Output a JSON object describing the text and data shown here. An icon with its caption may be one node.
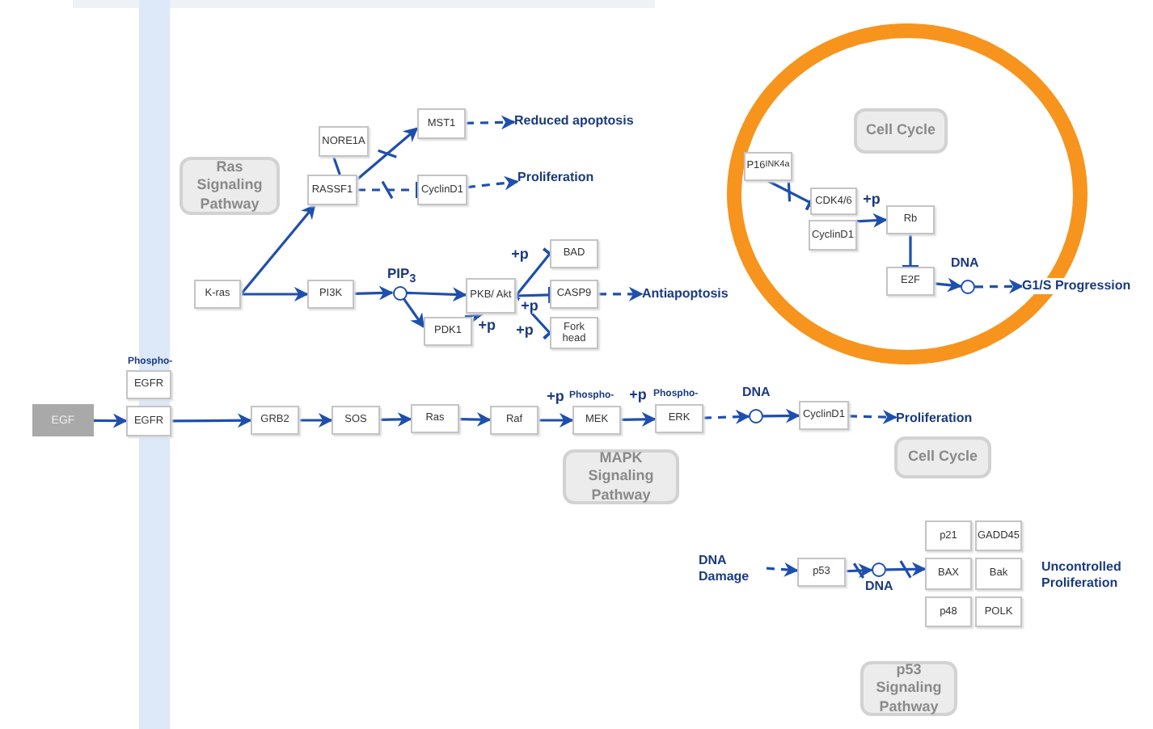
{
  "diagram": {
    "nodes": [
      {
        "text": [
          "EGF"
        ]
      },
      {
        "text": [
          "EGFR"
        ],
        "beside": [
          "Phospho-"
        ]
      },
      {
        "text": [
          "EGFR"
        ]
      },
      {
        "text": [
          "Ras Signaling Pathway"
        ]
      },
      {
        "text": [
          "NORE1A"
        ]
      },
      {
        "text": [
          "RASSF1"
        ]
      },
      {
        "text": [
          "MST1"
        ]
      },
      {
        "text": [
          "Reduced apoptosis"
        ]
      },
      {
        "text": [
          "CyclinD1"
        ]
      },
      {
        "text": [
          "Proliferation"
        ]
      },
      {
        "text": [
          "K-ras"
        ]
      },
      {
        "text": [
          "PI3K"
        ]
      },
      {
        "text": [],
        "shape": "circle",
        "beside": [
          "PIP$_{3}$"
        ]
      },
      {
        "text": [
          "PKB/ Akt"
        ]
      },
      {
        "text": [
          "PDK1"
        ]
      },
      {
        "text": [
          "BAD"
        ]
      },
      {
        "text": [
          "CASP9"
        ]
      },
      {
        "text": [
          "Fork head"
        ]
      },
      {
        "text": [
          "Antiapoptosis"
        ]
      },
      {
        "text": [
          "GRB2"
        ]
      },
      {
        "text": [
          "SOS"
        ]
      },
      {
        "text": [
          "Ras"
        ]
      },
      {
        "text": [
          "Raf"
        ]
      },
      {
        "text": [
          "MEK"
        ],
        "beside": [
          "Phospho-"
        ]
      },
      {
        "text": [
          "ERK"
        ],
        "beside": [
          "Phospho-"
        ]
      },
      {
        "text": [],
        "shape": "circle",
        "beside": [
          "DNA"
        ]
      },
      {
        "text": [
          "CyclinD1"
        ]
      },
      {
        "text": [
          "Proliferation"
        ]
      },
      {
        "text": [
          "Cell Cycle"
        ]
      },
      {
        "text": [
          "MAPK Signaling Pathway"
        ]
      },
      {
        "text": [
          "Cell Cycle"
        ]
      },
      {
        "text": [
          "P16$^{INK4a}$"
        ]
      },
      {
        "text": [
          "CDK4/6"
        ]
      },
      {
        "text": [
          "CyclinD1"
        ]
      },
      {
        "text": [
          "Rb"
        ]
      },
      {
        "text": [
          "E2F"
        ]
      },
      {
        "text": [],
        "shape": "circle",
        "beside": [
          "DNA"
        ]
      },
      {
        "text": [
          "G1/S Progression"
        ]
      },
      {
        "text": [
          "DNA Damage"
        ]
      },
      {
        "text": [
          "p53"
        ]
      },
      {
        "text": [],
        "shape": "circle",
        "beside": [
          "DNA"
        ]
      },
      {
        "text": [
          "p21"
        ]
      },
      {
        "text": [
          "GADD45"
        ]
      },
      {
        "text": [
          "BAX"
        ]
      },
      {
        "text": [
          "Bak"
        ]
      },
      {
        "text": [
          "p48"
        ]
      },
      {
        "text": [
          "POLK"
        ]
      },
      {
        "text": [
          "Uncontrolled Proliferation"
        ]
      },
      {
        "text": [
          "p53 Signaling Pathway"
        ]
      }
    ],
    "edges": [
      {
        "from": 0,
        "to": 2,
        "arrow": "to"
      },
      {
        "from": 2,
        "to": 19,
        "arrow": "to"
      },
      {
        "from": 19,
        "to": 20,
        "arrow": "to"
      },
      {
        "from": 20,
        "to": 21,
        "arrow": "to"
      },
      {
        "from": 21,
        "to": 22,
        "arrow": "to"
      },
      {
        "from": 22,
        "to": 23,
        "arrow": "to",
        "label": "+p"
      },
      {
        "from": 23,
        "to": 24,
        "arrow": "to",
        "label": "+p"
      },
      {
        "from": 24,
        "to": 25,
        "arrow": "to",
        "style": "dashed"
      },
      {
        "from": 25,
        "to": 26,
        "arrow": "to"
      },
      {
        "from": 26,
        "to": 27,
        "arrow": "to",
        "style": "dashed"
      },
      {
        "from": 10,
        "to": 5,
        "arrow": "to"
      },
      {
        "from": 10,
        "to": 11,
        "arrow": "to"
      },
      {
        "from": 4,
        "to": 5,
        "arrow": "none"
      },
      {
        "from": 5,
        "to": 6,
        "arrow": "to"
      },
      {
        "from": 5,
        "to": 8,
        "arrow": "other",
        "style": "dashed"
      },
      {
        "from": 6,
        "to": 7,
        "arrow": "to",
        "style": "dashed"
      },
      {
        "from": 8,
        "to": 9,
        "arrow": "to",
        "style": "dashed"
      },
      {
        "from": 11,
        "to": 12,
        "arrow": "to"
      },
      {
        "from": 12,
        "to": 13,
        "arrow": "to"
      },
      {
        "from": 12,
        "to": 14,
        "arrow": "to"
      },
      {
        "from": 14,
        "to": 13,
        "arrow": "to",
        "label": "+p"
      },
      {
        "from": 13,
        "to": 15,
        "arrow": "other",
        "label": "+p"
      },
      {
        "from": 13,
        "to": 16,
        "arrow": "other",
        "label": "+p"
      },
      {
        "from": 13,
        "to": 17,
        "arrow": "other",
        "label": "+p"
      },
      {
        "from": 16,
        "to": 18,
        "arrow": "to",
        "style": "dashed"
      },
      {
        "from": 31,
        "to": 32,
        "arrow": "other"
      },
      {
        "from": 33,
        "to": 34,
        "arrow": "to",
        "label": "+p"
      },
      {
        "from": 34,
        "to": 35,
        "arrow": "other"
      },
      {
        "from": 35,
        "to": 36,
        "arrow": "to"
      },
      {
        "from": 36,
        "to": 37,
        "arrow": "to",
        "style": "dashed"
      },
      {
        "from": 38,
        "to": 39,
        "arrow": "to",
        "style": "dashed"
      },
      {
        "from": 39,
        "to": 40,
        "arrow": "to"
      },
      {
        "from": 40,
        "to": 43,
        "arrow": "to"
      }
    ]
  }
}
